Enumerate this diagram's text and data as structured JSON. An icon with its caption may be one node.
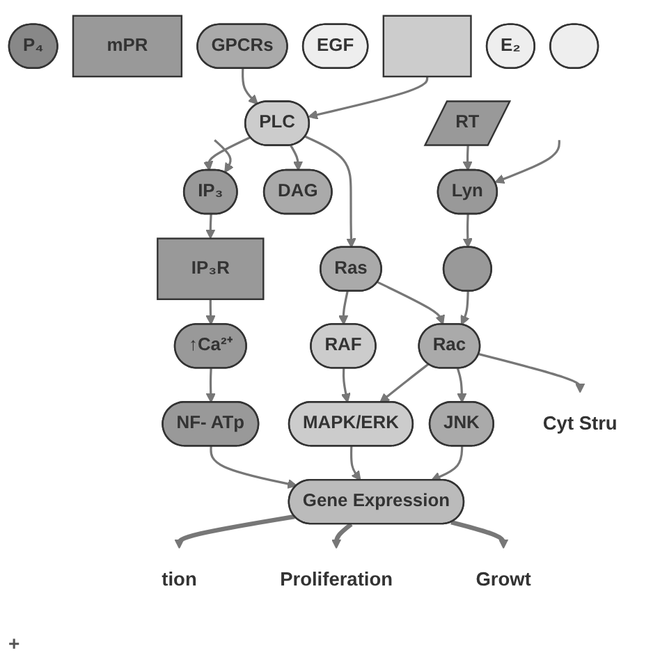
{
  "diagram": {
    "nodes": [
      {
        "text": [
          "P₄"
        ]
      },
      {
        "text": [
          "mPR"
        ]
      },
      {
        "text": [
          "GPCRs"
        ]
      },
      {
        "text": [
          "EGF"
        ]
      },
      {
        "text": [],
        "shape": "box"
      },
      {
        "text": [
          "E₂"
        ]
      },
      {
        "text": [],
        "shape": "ellipse"
      },
      {
        "text": [
          "RT"
        ]
      },
      {
        "text": [
          "PLC"
        ]
      },
      {
        "text": [
          "IP₃"
        ]
      },
      {
        "text": [
          "DAG"
        ]
      },
      {
        "text": [
          "Ras"
        ]
      },
      {
        "text": [
          "Lyn"
        ]
      },
      {
        "text": [
          "IP₃R"
        ]
      },
      {
        "text": [],
        "shape": "ellipse"
      },
      {
        "text": [
          "RAF"
        ]
      },
      {
        "text": [
          "Rac"
        ]
      },
      {
        "text": [
          "↑Ca²⁺"
        ]
      },
      {
        "text": [
          "MAPK/ERK"
        ]
      },
      {
        "text": [
          "JNK"
        ]
      },
      {
        "text": [
          "NF- ATp"
        ]
      },
      {
        "text": [
          "Gene Expression"
        ]
      },
      {
        "text": [
          "tion"
        ]
      },
      {
        "text": [
          "Proliferation"
        ]
      },
      {
        "text": [
          "Growt"
        ]
      },
      {
        "text": [
          "Cyt Stru"
        ]
      }
    ],
    "edges": [
      {
        "from": 2,
        "to": 8,
        "arrow": "to"
      },
      {
        "from": 4,
        "to": 8,
        "arrow": "to"
      },
      {
        "from": 8,
        "to": 9,
        "arrow": "to"
      },
      {
        "from": 8,
        "to": 10,
        "arrow": "to"
      },
      {
        "from": null,
        "to": 9,
        "arrow": "to"
      },
      {
        "from": 8,
        "to": 11,
        "arrow": "to"
      },
      {
        "from": 9,
        "to": 13,
        "arrow": "to"
      },
      {
        "from": 13,
        "to": 17,
        "arrow": "to"
      },
      {
        "from": 17,
        "to": 20,
        "arrow": "to"
      },
      {
        "from": 20,
        "to": 21,
        "arrow": "to"
      },
      {
        "from": 11,
        "to": 15,
        "arrow": "to"
      },
      {
        "from": 11,
        "to": 16,
        "arrow": "to"
      },
      {
        "from": 7,
        "to": 12,
        "arrow": "to"
      },
      {
        "from": null,
        "to": 12,
        "arrow": "to"
      },
      {
        "from": 12,
        "to": 14,
        "arrow": "to"
      },
      {
        "from": 14,
        "to": 16,
        "arrow": "to"
      },
      {
        "from": 15,
        "to": 18,
        "arrow": "to"
      },
      {
        "from": 16,
        "to": 18,
        "arrow": "to"
      },
      {
        "from": 16,
        "to": 19,
        "arrow": "to"
      },
      {
        "from": 16,
        "to": 25,
        "arrow": "to"
      },
      {
        "from": 18,
        "to": 21,
        "arrow": "to"
      },
      {
        "from": 19,
        "to": 21,
        "arrow": "to"
      },
      {
        "from": 21,
        "to": 22,
        "arrow": "to",
        "style": "thick"
      },
      {
        "from": 21,
        "to": 23,
        "arrow": "to",
        "style": "thick"
      },
      {
        "from": 21,
        "to": 24,
        "arrow": "to",
        "style": "thick"
      }
    ],
    "labels": [
      "+"
    ]
  }
}
